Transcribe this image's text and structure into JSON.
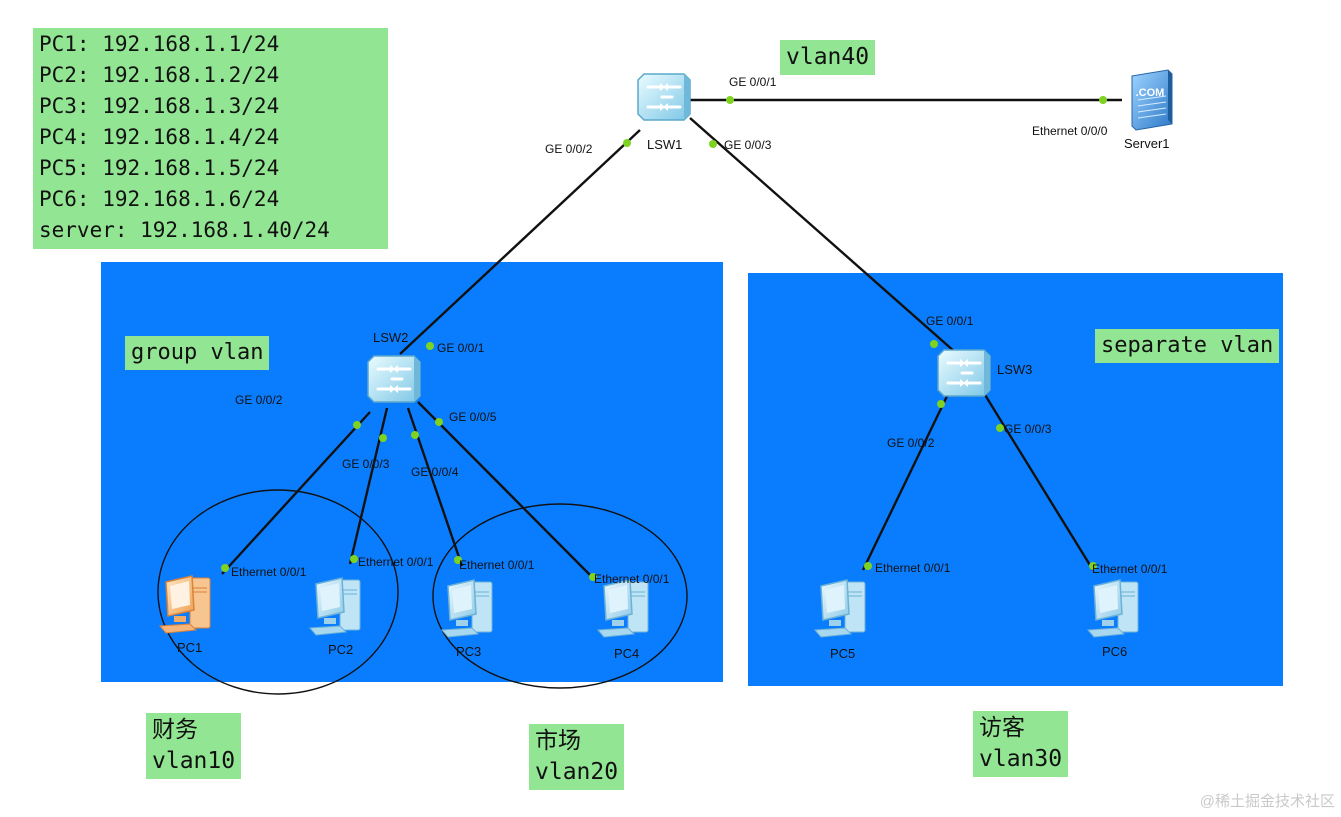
{
  "ip_table": [
    "PC1: 192.168.1.1/24",
    "PC2: 192.168.1.2/24",
    "PC3: 192.168.1.3/24",
    "PC4: 192.168.1.4/24",
    "PC5: 192.168.1.5/24",
    "PC6: 192.168.1.6/24",
    "server: 192.168.1.40/24"
  ],
  "zones": {
    "group_label": "group vlan",
    "separate_label": "separate vlan",
    "top_label": "vlan40"
  },
  "captions": {
    "finance_name": "财务",
    "finance_vlan": "vlan10",
    "market_name": "市场",
    "market_vlan": "vlan20",
    "visitor_name": "访客",
    "visitor_vlan": "vlan30"
  },
  "devices": {
    "lsw1": "LSW1",
    "lsw2": "LSW2",
    "lsw3": "LSW3",
    "server1": "Server1",
    "pc1": "PC1",
    "pc2": "PC2",
    "pc3": "PC3",
    "pc4": "PC4",
    "pc5": "PC5",
    "pc6": "PC6"
  },
  "ports": {
    "lsw1_g1": "GE 0/0/1",
    "lsw1_g2": "GE 0/0/2",
    "lsw1_g3": "GE 0/0/3",
    "server_eth": "Ethernet 0/0/0",
    "lsw2_g1": "GE 0/0/1",
    "lsw2_g2": "GE 0/0/2",
    "lsw2_g3": "GE 0/0/3",
    "lsw2_g4": "GE 0/0/4",
    "lsw2_g5": "GE 0/0/5",
    "lsw3_g1": "GE 0/0/1",
    "lsw3_g2": "GE 0/0/2",
    "lsw3_g3": "GE 0/0/3",
    "pc1_eth": "Ethernet 0/0/1",
    "pc2_eth": "Ethernet 0/0/1",
    "pc3_eth": "Ethernet 0/0/1",
    "pc4_eth": "Ethernet 0/0/1",
    "pc5_eth": "Ethernet 0/0/1",
    "pc6_eth": "Ethernet 0/0/1"
  },
  "colors": {
    "zone": "#0a7dff",
    "label_bg": "#92e592",
    "port_dot": "#7ed321",
    "link": "#111111"
  },
  "watermark": "@稀土掘金技术社区"
}
